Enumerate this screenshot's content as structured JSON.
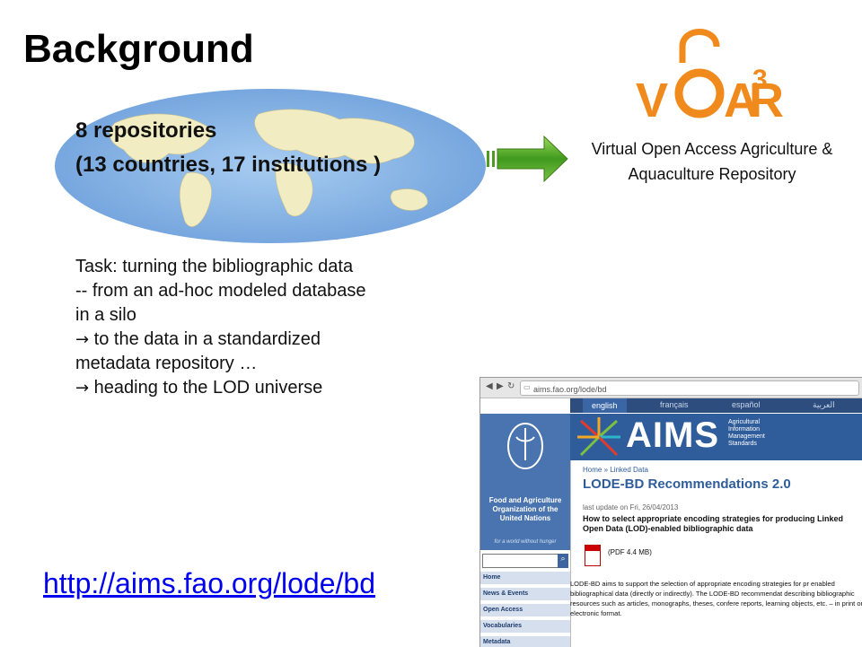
{
  "slide": {
    "title": "Background",
    "repositories_line1": "8 repositories",
    "repositories_line2": "(13 countries, 17 institutions )",
    "task_lines": [
      "Task: turning the bibliographic data",
      "--  from an ad-hoc modeled database",
      "in a silo",
      "  to the data in a standardized",
      "metadata repository …",
      " heading to the LOD universe"
    ],
    "arrow_glyph": "→",
    "url": "http://aims.fao.org/lode/bd"
  },
  "logo": {
    "letter_v": "V",
    "letter_a": "A",
    "superscript": "3",
    "letter_r": "R",
    "color": "#f08a1c",
    "description": "Virtual Open Access Agriculture & Aquaculture Repository"
  },
  "browser": {
    "address": "aims.fao.org/lode/bd",
    "languages": [
      "english",
      "français",
      "español",
      "العربية"
    ],
    "fao_name": "Food and Agriculture Organization of the United Nations",
    "fao_tagline": "for a world without hunger",
    "aims_title": "AIMS",
    "aims_subtitle": [
      "Agricultural",
      "Information",
      "Management",
      "Standards"
    ],
    "nav_items": [
      "Home",
      "News & Events",
      "Open Access",
      "Vocabularies",
      "Metadata"
    ],
    "breadcrumb": "Home » Linked Data",
    "page_title": "LODE-BD Recommendations 2.0",
    "last_update": "last update on Fri, 26/04/2013",
    "subheading": "How to select appropriate encoding strategies for producing Linked Open Data (LOD)-enabled bibliographic data",
    "pdf_label": "(PDF 4.4 MB)",
    "body_text": "LODE-BD aims to support the selection of appropriate encoding strategies for pr enabled bibliographical data (directly or indirectly). The LODE-BD recommendat describing bibliographic resources such as articles, monographs, theses, confere reports, learning objects, etc. – in print or electronic format."
  }
}
